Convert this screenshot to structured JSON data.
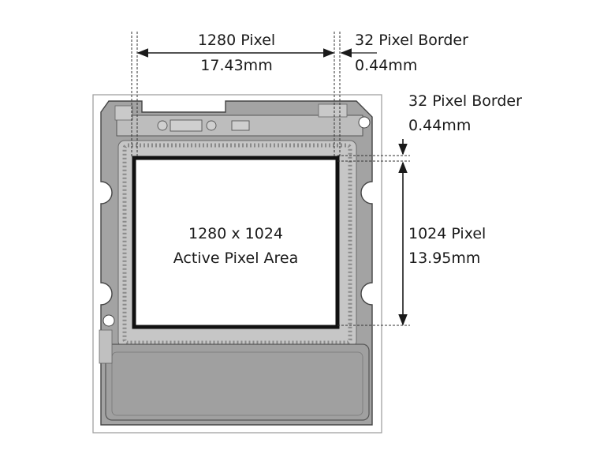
{
  "labels": {
    "width_pixels": "1280 Pixel",
    "width_mm": "17.43mm",
    "border_right_pixels": "32 Pixel Border",
    "border_right_mm": "0.44mm",
    "border_top_pixels": "32 Pixel Border",
    "border_top_mm": "0.44mm",
    "height_pixels": "1024 Pixel",
    "height_mm": "13.95mm",
    "area_resolution": "1280 x 1024",
    "area_name": "Active Pixel Area"
  },
  "colors": {
    "package_outer": "#8c8c8c",
    "package_body": "#a6a6a6",
    "package_inner": "#b8b8b8",
    "frame": "#c8c8c8",
    "active_area": "#ffffff",
    "outline": "#1a1a1a"
  }
}
